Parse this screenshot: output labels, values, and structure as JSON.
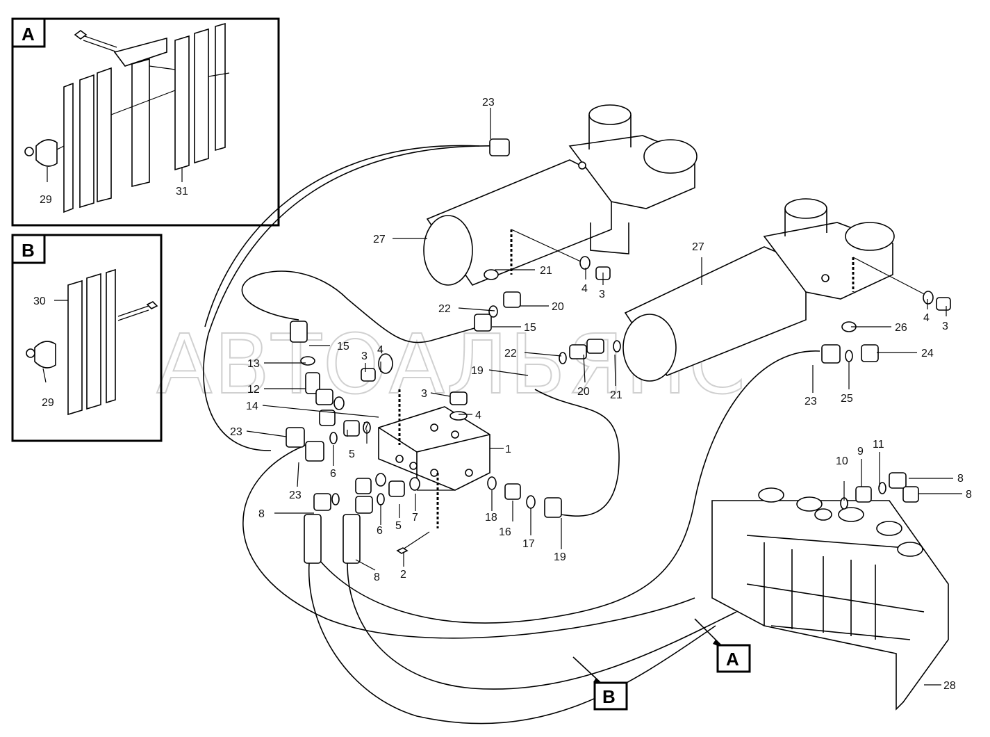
{
  "watermark": "АВТОАЛЬЯНС",
  "insets": [
    {
      "letter": "A",
      "labels": [
        "29",
        "31"
      ]
    },
    {
      "letter": "B",
      "labels": [
        "30",
        "29"
      ]
    }
  ],
  "callouts": [
    "A",
    "B"
  ],
  "labels": [
    "23",
    "27",
    "21",
    "4",
    "3",
    "22",
    "20",
    "15",
    "27",
    "4",
    "3",
    "26",
    "24",
    "15",
    "13",
    "12",
    "14",
    "3",
    "4",
    "22",
    "19",
    "20",
    "21",
    "23",
    "25",
    "3",
    "4",
    "1",
    "23",
    "7",
    "5",
    "6",
    "23",
    "10",
    "9",
    "11",
    "8",
    "8",
    "8",
    "6",
    "5",
    "7",
    "18",
    "16",
    "17",
    "19",
    "8",
    "2",
    "28"
  ]
}
